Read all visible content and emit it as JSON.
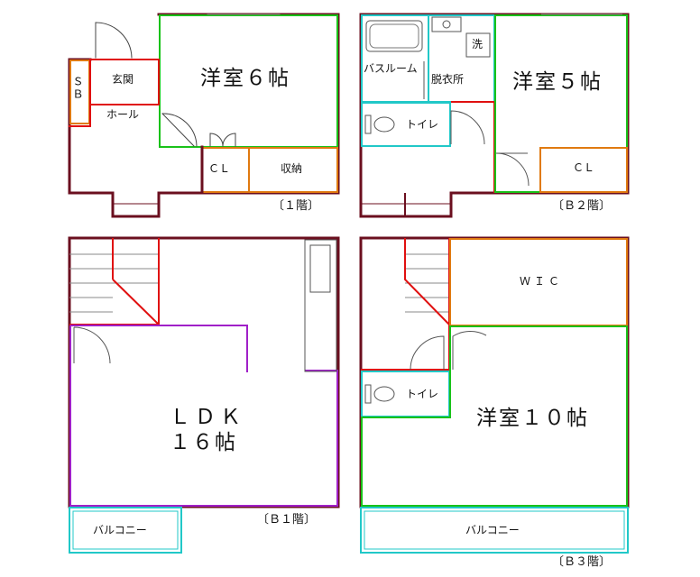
{
  "floors": {
    "f1": "〔１階〕",
    "b2": "〔Ｂ２階〕",
    "b1": "〔Ｂ１階〕",
    "b3": "〔Ｂ３階〕"
  },
  "rooms": {
    "f1_youshitsu": "洋室６帖",
    "f1_genkan": "玄関",
    "f1_sb": "ＳＢ",
    "f1_hall": "ホール",
    "f1_cl": "ＣＬ",
    "f1_shuno": "収納",
    "b2_bath": "バスルーム",
    "b2_datsui": "脱衣所",
    "b2_sen": "洗",
    "b2_toilet": "トイレ",
    "b2_youshitsu": "洋室５帖",
    "b2_cl": "ＣＬ",
    "b1_ldk_1": "ＬＤＫ",
    "b1_ldk_2": "１６帖",
    "b1_balcony": "バルコニー",
    "b3_wic": "ＷＩＣ",
    "b3_toilet": "トイレ",
    "b3_youshitsu": "洋室１０帖",
    "b3_balcony": "バルコニー"
  },
  "colors": {
    "wall": "#6b0f1f",
    "green": "#19c219",
    "orange": "#e07a10",
    "red": "#e01010",
    "cyan": "#21c8c8",
    "purple": "#a020c8"
  }
}
